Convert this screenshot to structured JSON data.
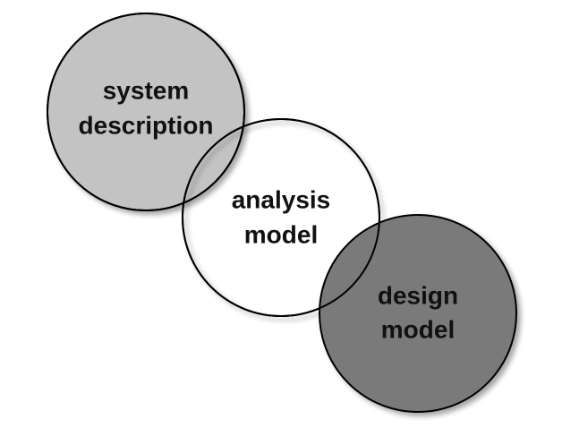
{
  "diagram": {
    "circles": {
      "system_description": {
        "line1": "system",
        "line2": "description",
        "fill": "#c3c3c3"
      },
      "analysis_model": {
        "line1": "analysis",
        "line2": "model",
        "fill": "#ffffff"
      },
      "design_model": {
        "line1": "design",
        "line2": "model",
        "fill": "#7a7a7a"
      }
    }
  }
}
